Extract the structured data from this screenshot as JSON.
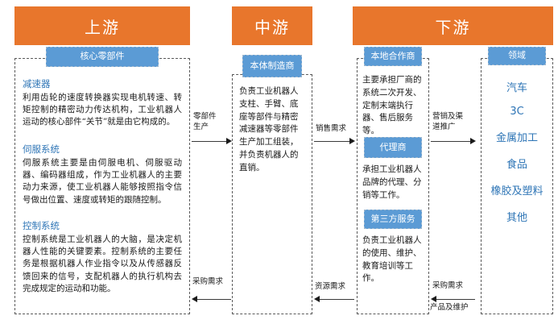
{
  "headers": [
    {
      "key": "upstream",
      "label": "上游"
    },
    {
      "key": "midstream",
      "label": "中游"
    },
    {
      "key": "downstream",
      "label": "下游"
    }
  ],
  "upstream": {
    "box_label": "核心零部件",
    "sections": [
      {
        "title": "减速器",
        "body": "利用齿轮的速度转换器实现电机转速、转矩控制的精密动力传达机构，工业机器人运动的核心部件“关节”就是由它构成的。"
      },
      {
        "title": "伺服系统",
        "body": "伺服系统主要是由伺服电机、伺服驱动器、编码器组成，作为工业机器人的主要动力来源，使工业机器人能够按照指令信号做出位置、速度或转矩的跟随控制。"
      },
      {
        "title": "控制系统",
        "body": "控制系统是工业机器人的大脑，是决定机器人性能的关键要素。控制系统的主要任务是根据机器人作业指令以及从传感器反馈回来的信号，支配机器人的执行机构去完成规定的运动和功能。"
      }
    ]
  },
  "midstream": {
    "box_label": "本体制造商",
    "body": "负责工业机器人支柱、手臂、底座等部件与精密减速器等零部件生产加工组装，并负责机器人的直销。"
  },
  "downstream": {
    "blocks": [
      {
        "box_label": "本地合作商",
        "body": "主要承担厂商的系统二次开发、定制末端执行器、售后服务等。"
      },
      {
        "box_label": "代理商",
        "body": "承担工业机器人品牌的代理、分销等工作。"
      },
      {
        "box_label": "第三方服务",
        "body": "负责工业机器人的使用、维护、教育培训等工作。"
      }
    ]
  },
  "fields": {
    "box_label": "领域",
    "items": [
      "汽车",
      "3C",
      "金属加工",
      "食品",
      "橡胶及塑料",
      "其他"
    ]
  },
  "arrows": [
    {
      "key": "a1",
      "label": "零部件\n生产",
      "direction": "right"
    },
    {
      "key": "a2",
      "label": "采购需求",
      "direction": "left"
    },
    {
      "key": "a3",
      "label": "销售需求",
      "direction": "right"
    },
    {
      "key": "a4",
      "label": "资源需求",
      "direction": "left"
    },
    {
      "key": "a5",
      "label": "营销及渠\n道推广",
      "direction": "right"
    },
    {
      "key": "a6",
      "label": "采购需求",
      "direction": "left"
    },
    {
      "key": "a7",
      "label": "产品及维护",
      "direction": "left"
    }
  ],
  "colors": {
    "orange": "#E8762C",
    "blue": "#5B9BD5",
    "title_blue": "#2E75B6",
    "dash": "#5a5a5a"
  }
}
